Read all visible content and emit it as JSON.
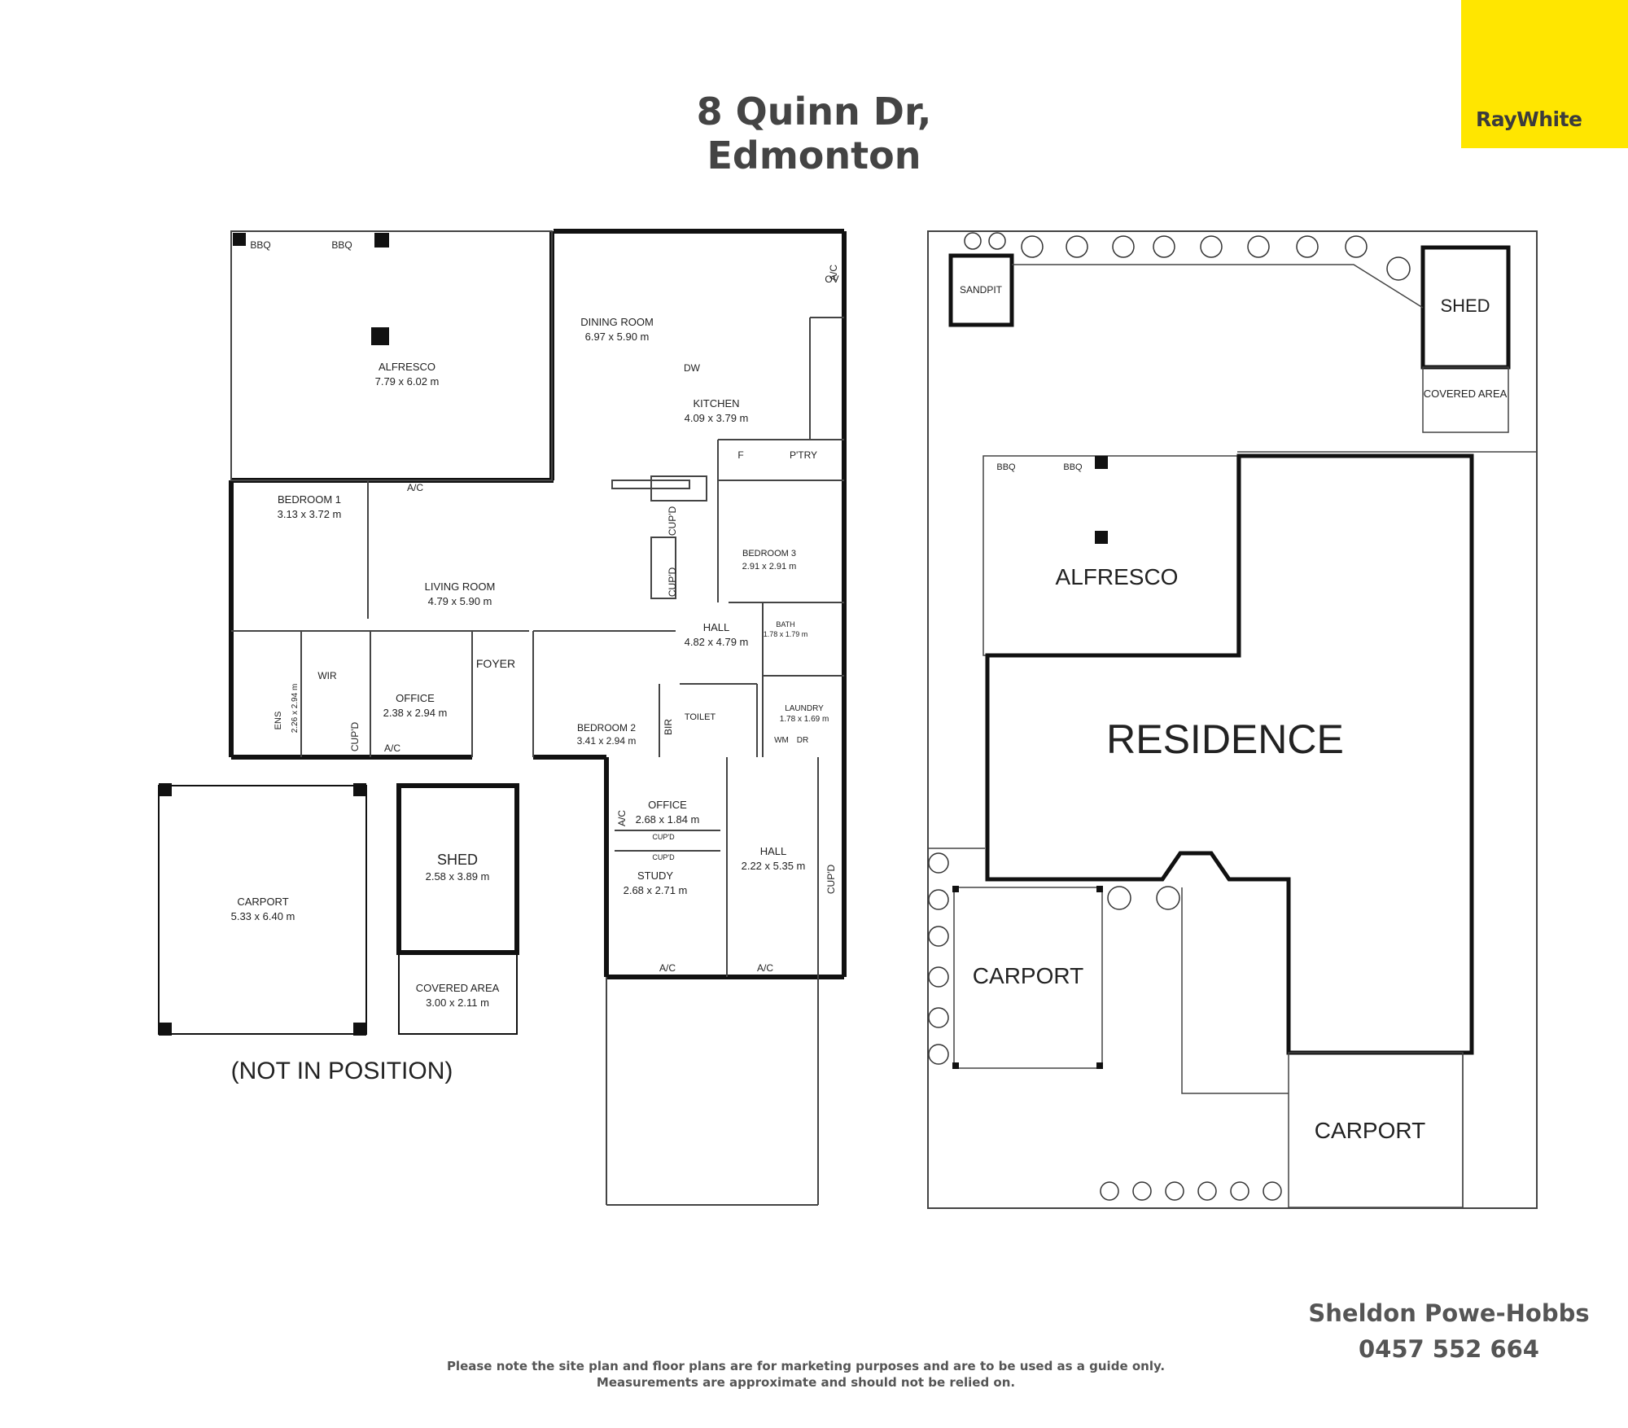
{
  "title": "8 Quinn Dr, Edmonton",
  "brand": {
    "logo_text": "RayWhite",
    "color": "#ffe600"
  },
  "floor_plan": {
    "rooms": [
      {
        "name": "BBQ"
      },
      {
        "name": "BBQ"
      },
      {
        "name": "ALFRESCO",
        "size": "7.79 x 6.02 m"
      },
      {
        "name": "DINING ROOM",
        "size": "6.97 x 5.90 m"
      },
      {
        "name": "KITCHEN",
        "size": "4.09 x 3.79 m"
      },
      {
        "name": "BEDROOM 1",
        "size": "3.13 x 3.72 m"
      },
      {
        "name": "LIVING ROOM",
        "size": "4.79 x 5.90 m"
      },
      {
        "name": "BEDROOM 3",
        "size": "2.91 x 2.91 m"
      },
      {
        "name": "HALL",
        "size": "4.82 x 4.79 m"
      },
      {
        "name": "BATH",
        "size": "1.78 x 1.79 m"
      },
      {
        "name": "LAUNDRY",
        "size": "1.78 x 1.69 m"
      },
      {
        "name": "OFFICE",
        "size": "2.38 x 2.94 m"
      },
      {
        "name": "BEDROOM 2",
        "size": "3.41 x 2.94 m"
      },
      {
        "name": "ENS",
        "size": "2.26 x 2.94 m"
      },
      {
        "name": "OFFICE",
        "size": "2.68 x 1.84 m"
      },
      {
        "name": "STUDY",
        "size": "2.68 x 2.71 m"
      },
      {
        "name": "HALL",
        "size": "2.22 x 5.35 m"
      },
      {
        "name": "CARPORT",
        "size": "5.33 x 6.40 m"
      },
      {
        "name": "SHED",
        "size": "2.58 x 3.89 m"
      },
      {
        "name": "COVERED AREA",
        "size": "3.00 x 2.11 m"
      }
    ],
    "fixtures": {
      "ac": "A/C",
      "ov": "OV",
      "dw": "DW",
      "f": "F",
      "pantry": "P'TRY",
      "cupd": "CUP'D",
      "foyer": "FOYER",
      "wir": "WIR",
      "bir": "BIR",
      "toilet": "TOILET",
      "wm": "WM",
      "dr": "DR"
    },
    "note": "(NOT IN POSITION)"
  },
  "site_plan": {
    "labels": {
      "sandpit": "SANDPIT",
      "shed": "SHED",
      "covered_area": "COVERED AREA",
      "bbq": "BBQ",
      "alfresco": "ALFRESCO",
      "residence": "RESIDENCE",
      "carport": "CARPORT"
    }
  },
  "agent": {
    "name": "Sheldon Powe-Hobbs",
    "phone": "0457 552 664"
  },
  "disclaimer": {
    "line1": "Please note the site plan and floor plans are for marketing purposes and are to be used as a guide only.",
    "line2": "Measurements are approximate and should not be relied on."
  }
}
